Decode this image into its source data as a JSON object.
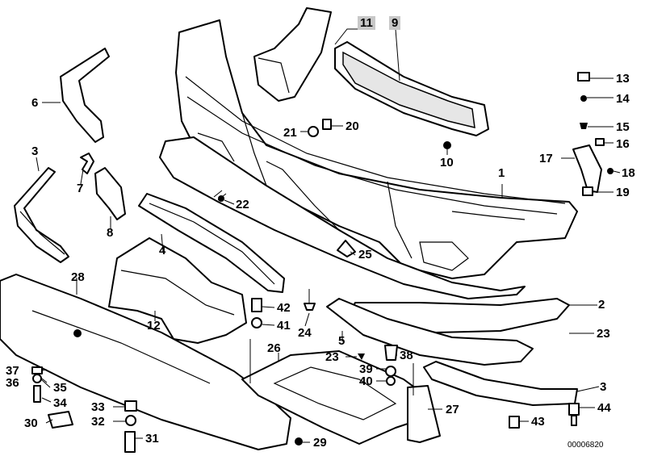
{
  "diagram": {
    "callouts": [
      {
        "id": "c1",
        "label": "1"
      },
      {
        "id": "c2",
        "label": "2"
      },
      {
        "id": "c3a",
        "label": "3"
      },
      {
        "id": "c3b",
        "label": "3"
      },
      {
        "id": "c4",
        "label": "4"
      },
      {
        "id": "c5",
        "label": "5"
      },
      {
        "id": "c6",
        "label": "6"
      },
      {
        "id": "c7",
        "label": "7"
      },
      {
        "id": "c8",
        "label": "8"
      },
      {
        "id": "c9",
        "label": "9"
      },
      {
        "id": "c10",
        "label": "10"
      },
      {
        "id": "c11",
        "label": "11"
      },
      {
        "id": "c12",
        "label": "12"
      },
      {
        "id": "c13",
        "label": "13"
      },
      {
        "id": "c14",
        "label": "14"
      },
      {
        "id": "c15",
        "label": "15"
      },
      {
        "id": "c16",
        "label": "16"
      },
      {
        "id": "c17",
        "label": "17"
      },
      {
        "id": "c18",
        "label": "18"
      },
      {
        "id": "c19",
        "label": "19"
      },
      {
        "id": "c20",
        "label": "20"
      },
      {
        "id": "c21",
        "label": "21"
      },
      {
        "id": "c22",
        "label": "22"
      },
      {
        "id": "c23a",
        "label": "23"
      },
      {
        "id": "c23b",
        "label": "23"
      },
      {
        "id": "c24",
        "label": "24"
      },
      {
        "id": "c25",
        "label": "25"
      },
      {
        "id": "c26",
        "label": "26"
      },
      {
        "id": "c27",
        "label": "27"
      },
      {
        "id": "c28",
        "label": "28"
      },
      {
        "id": "c29",
        "label": "29"
      },
      {
        "id": "c30",
        "label": "30"
      },
      {
        "id": "c31",
        "label": "31"
      },
      {
        "id": "c32",
        "label": "32"
      },
      {
        "id": "c33",
        "label": "33"
      },
      {
        "id": "c34",
        "label": "34"
      },
      {
        "id": "c35",
        "label": "35"
      },
      {
        "id": "c36",
        "label": "36"
      },
      {
        "id": "c37",
        "label": "37"
      },
      {
        "id": "c38",
        "label": "38"
      },
      {
        "id": "c39",
        "label": "39"
      },
      {
        "id": "c40",
        "label": "40"
      },
      {
        "id": "c41",
        "label": "41"
      },
      {
        "id": "c42",
        "label": "42"
      },
      {
        "id": "c43",
        "label": "43"
      },
      {
        "id": "c44",
        "label": "44"
      }
    ],
    "reference_number": "00006820",
    "colors": {
      "line": "#000000",
      "background": "#ffffff",
      "label_box": "#c8c8c8"
    }
  }
}
